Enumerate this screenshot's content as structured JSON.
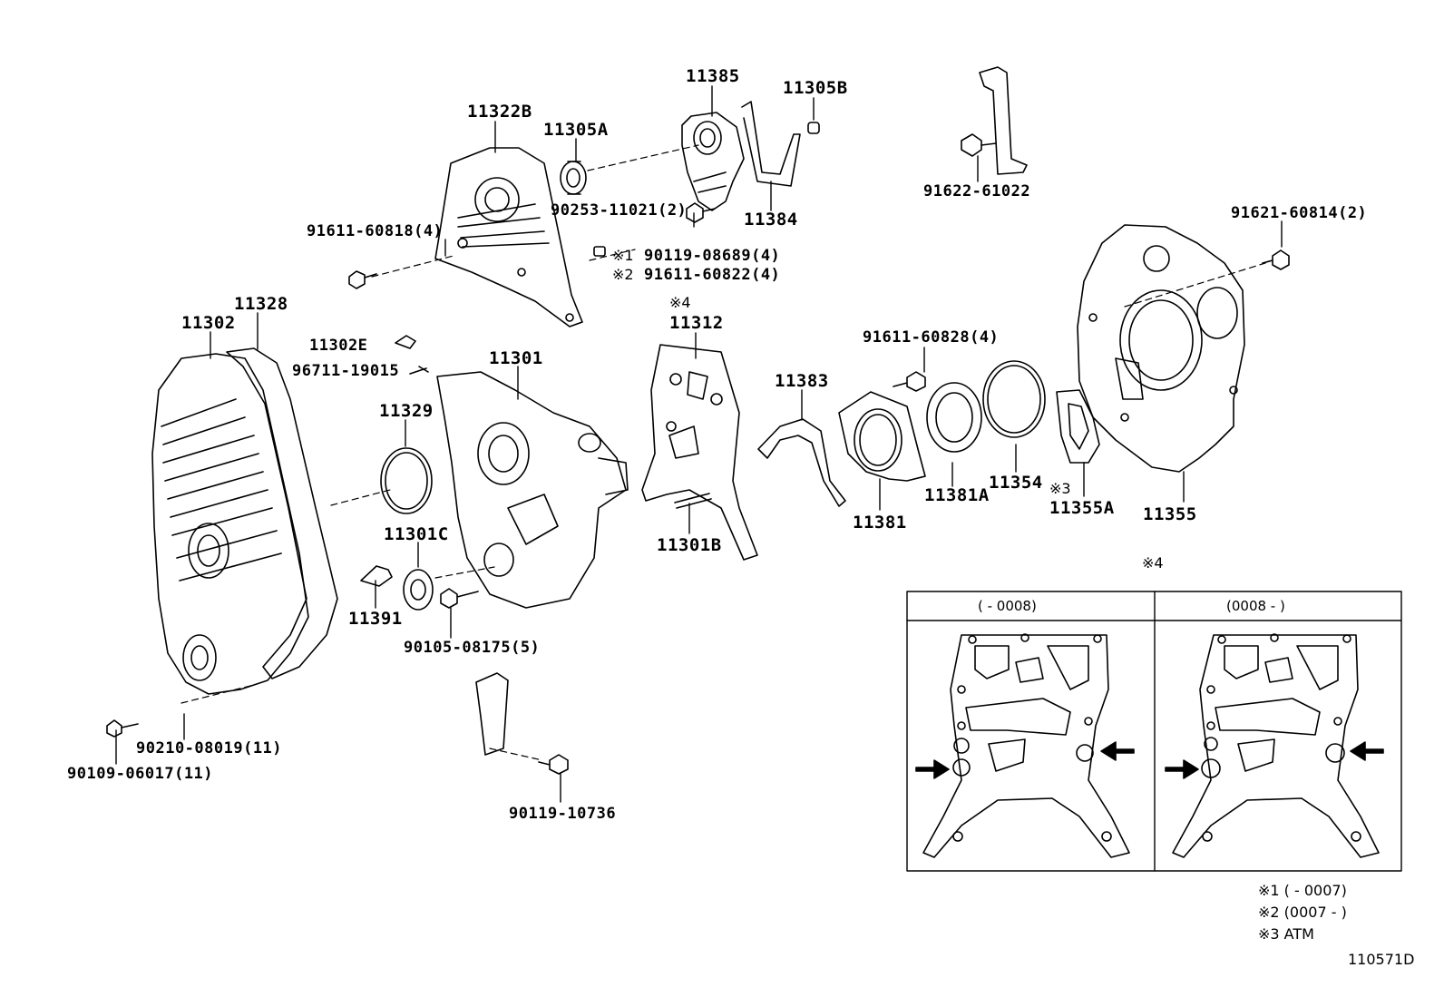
{
  "parts": {
    "p11385": "11385",
    "p11305B": "11305B",
    "p11322B": "11322B",
    "p11305A": "11305A",
    "p90253": "90253-11021(2)",
    "p11384": "11384",
    "p91622": "91622-61022",
    "p91611_818": "91611-60818(4)",
    "p90119_689": "90119-08689(4)",
    "p91611_822": "91611-60822(4)",
    "p91621": "91621-60814(2)",
    "p11328": "11328",
    "p11302": "11302",
    "p11312": "11312",
    "p11302E": "11302E",
    "p96711": "96711-19015",
    "p11301": "11301",
    "p91611_828": "91611-60828(4)",
    "p11383": "11383",
    "p11329": "11329",
    "p11381A": "11381A",
    "p11354": "11354",
    "p11355A": "11355A",
    "p11381": "11381",
    "p11355": "11355",
    "p11301C": "11301C",
    "p11301B": "11301B",
    "p11391": "11391",
    "p90105": "90105-08175(5)",
    "p90210": "90210-08019(11)",
    "p90109": "90109-06017(11)",
    "p90119_736": "90119-10736"
  },
  "marks": {
    "m1": "※1",
    "m2": "※2",
    "m3": "※3",
    "m4a": "※4",
    "m4b": "※4"
  },
  "inset": {
    "left_range": "(        - 0008)",
    "right_range": "(0008 -        )"
  },
  "notes": {
    "n1": "※1 (        - 0007)",
    "n2": "※2 (0007 -        )",
    "n3": "※3 ATM"
  },
  "figure_id": "110571D"
}
